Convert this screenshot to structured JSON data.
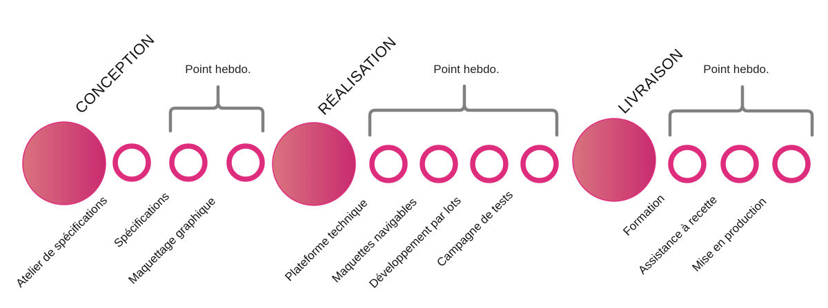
{
  "colors": {
    "accent": "#de2d7d",
    "big_circle_gradient_start": "#d9737f",
    "big_circle_gradient_end": "#c92b6f",
    "brace": "#808080",
    "text": "#111111"
  },
  "phases": [
    {
      "title": "CONCEPTION",
      "steps": [
        {
          "label": "Atelier de spécifications",
          "in_weekly_group": false
        },
        {
          "label": "Spécifications",
          "in_weekly_group": true
        },
        {
          "label": "Maquettage graphique",
          "in_weekly_group": true
        }
      ],
      "weekly_group_label": "Point hebdo."
    },
    {
      "title": "RÉALISATION",
      "steps": [
        {
          "label": "Plateforme technique",
          "in_weekly_group": true
        },
        {
          "label": "Maquettes navigables",
          "in_weekly_group": true
        },
        {
          "label": "Développement par lots",
          "in_weekly_group": true
        },
        {
          "label": "Campagne de tests",
          "in_weekly_group": true
        }
      ],
      "weekly_group_label": "Point hebdo."
    },
    {
      "title": "LIVRAISON",
      "steps": [
        {
          "label": "Formation",
          "in_weekly_group": true
        },
        {
          "label": "Assistance à recette",
          "in_weekly_group": true
        },
        {
          "label": "Mise en production",
          "in_weekly_group": true
        }
      ],
      "weekly_group_label": "Point hebdo."
    }
  ]
}
